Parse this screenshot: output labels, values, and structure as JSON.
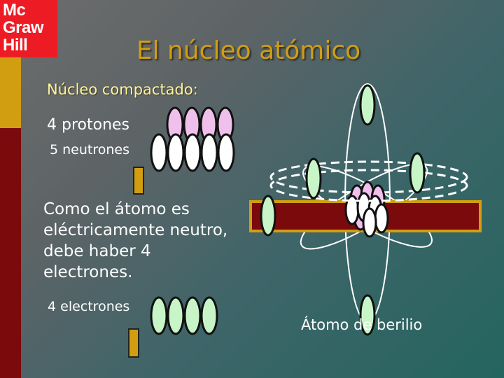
{
  "logo": {
    "lines": [
      "Mc",
      "Graw",
      "Hill"
    ]
  },
  "title": "El núcleo atómico",
  "subtitle": "Núcleo compactado:",
  "protons_label": "4 protones",
  "neutrons_label": "5 neutrones",
  "paragraph": "Como el átomo es eléctricamente neutro, debe haber 4 electrones.",
  "electrons_label": "4 electrones",
  "atom_caption": "Átomo de berilio",
  "counts": {
    "protons": 4,
    "neutrons": 5,
    "electrons": 4
  },
  "colors": {
    "proton": "#f0c0ec",
    "neutron": "#ffffff",
    "electron": "#c8f5c8",
    "gold": "#d19e12",
    "bar_red": "#7a0a0b"
  }
}
